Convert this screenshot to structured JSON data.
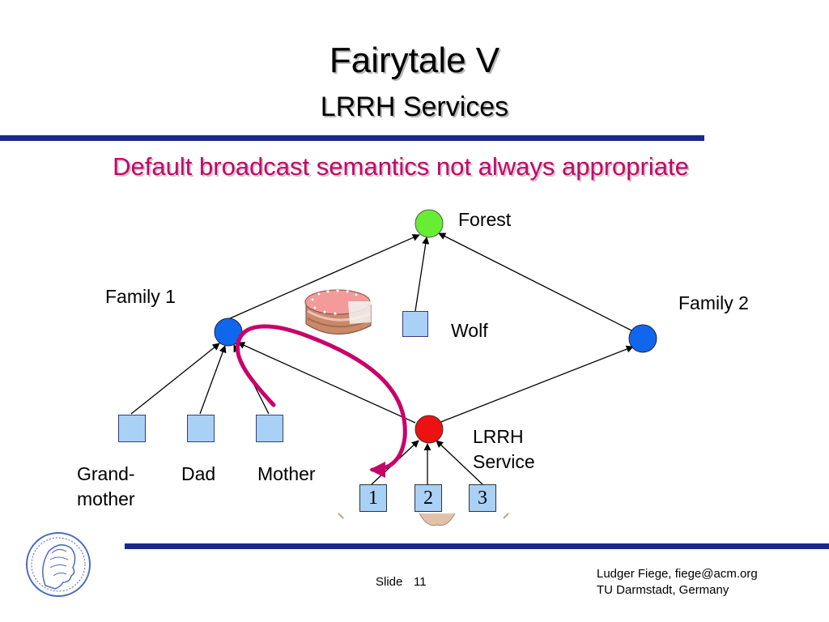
{
  "slide": {
    "title": "Fairytale V",
    "subtitle": "LRRH Services",
    "heading": "Default broadcast semantics not always appropriate"
  },
  "nodes": {
    "forest": "Forest",
    "family1": "Family 1",
    "family2": "Family 2",
    "wolf": "Wolf",
    "lrrh_line1": "LRRH",
    "lrrh_line2": "Service",
    "grandmother_line1": "Grand-",
    "grandmother_line2": "mother",
    "dad": "Dad",
    "mother": "Mother",
    "service_1": "1",
    "service_2": "2",
    "service_3": "3"
  },
  "footer": {
    "slide_label": "Slide",
    "slide_number": "11",
    "author": "Ludger Fiege, fiege@acm.org",
    "affiliation": "TU Darmstadt, Germany"
  },
  "colors": {
    "forest_node": "#66ee33",
    "family_node": "#1166ee",
    "lrrh_node": "#ee1111",
    "leaf_fill": "#a9d1f5",
    "rule": "#1a2a8c",
    "heading": "#c8006a",
    "curve": "#c8006a"
  }
}
